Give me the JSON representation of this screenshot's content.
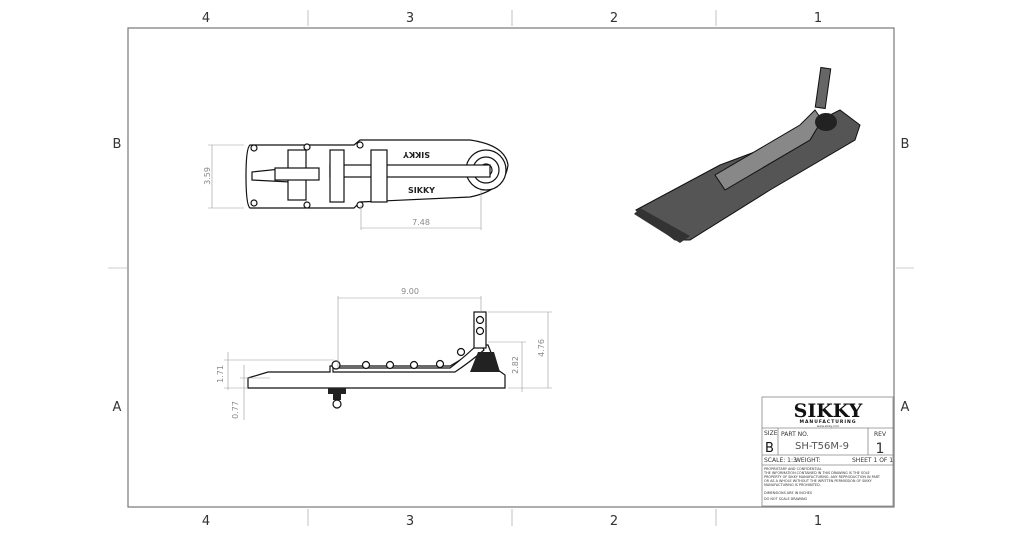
{
  "zones": {
    "columns": [
      "4",
      "3",
      "2",
      "1"
    ],
    "rows": [
      "B",
      "A"
    ]
  },
  "views": {
    "top_view": {
      "dimensions": [
        "3.59",
        "7.48"
      ],
      "engraving": [
        "SIKKY",
        "SIKKY"
      ]
    },
    "side_view": {
      "dimensions": [
        "9.00",
        "4.76",
        "2.82",
        "1.71",
        "0.77"
      ]
    }
  },
  "title_block": {
    "company": "SIKKY",
    "subtitle": "MANUFACTURING",
    "website": "www.sikky.com",
    "size_label": "SIZE",
    "size": "B",
    "part_no_label": "PART NO.",
    "part_no": "SH-T56M-9",
    "rev_label": "REV",
    "rev": "1",
    "scale": "SCALE: 1:3",
    "weight": "WEIGHT:",
    "sheet": "SHEET 1 OF 1",
    "notes": [
      "PROPRIETARY AND CONFIDENTIAL",
      "THE INFORMATION CONTAINED IN THIS DRAWING IS THE SOLE",
      "PROPERTY OF SIKKY MANUFACTURING. ANY REPRODUCTION IN PART",
      "OR AS A WHOLE WITHOUT THE WRITTEN PERMISSION OF SIKKY",
      "MANUFACTURING IS PROHIBITED."
    ],
    "dimensions_note": "DIMENSIONS ARE IN INCHES",
    "scale_note": "DO NOT SCALE DRAWING"
  }
}
